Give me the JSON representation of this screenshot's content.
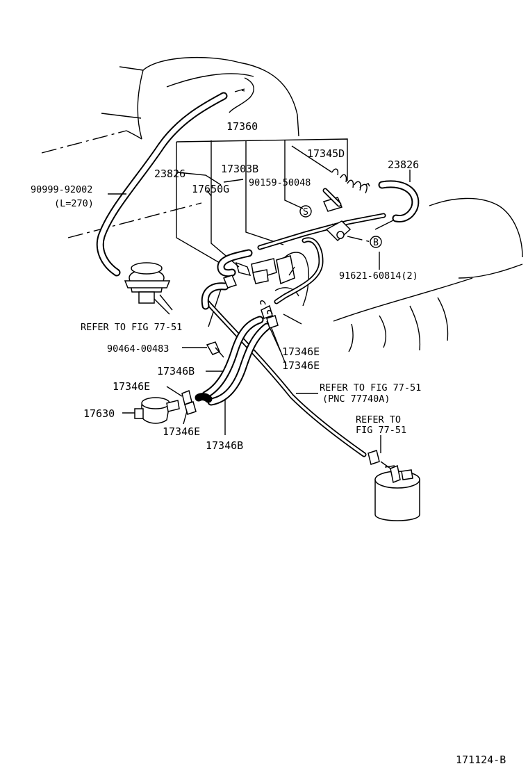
{
  "labels": {
    "p17360": "17360",
    "p17345d": "17345D",
    "p23826_left": "23826",
    "p23826_right": "23826",
    "p17303b": "17303B",
    "p17650g": "17650G",
    "p90159": "90159-50048",
    "p90999": "90999-92002",
    "p90999_len": "(L=270)",
    "p91621": "91621-60814(2)",
    "refer_fig_1": "REFER TO FIG 77-51",
    "p90464": "90464-00483",
    "p17346e_a": "17346E",
    "p17346e_b": "17346E",
    "p17346b_a": "17346B",
    "p17346e_c": "17346E",
    "p17630": "17630",
    "p17346e_d": "17346E",
    "p17346b_b": "17346B",
    "refer_fig_2": "REFER TO FIG 77-51",
    "refer_pnc": "(PNC 77740A)",
    "refer_fig_3a": "REFER TO",
    "refer_fig_3b": "FIG 77-51",
    "marker_s": "S",
    "marker_b": "B",
    "diagram_code": "171124-B"
  }
}
